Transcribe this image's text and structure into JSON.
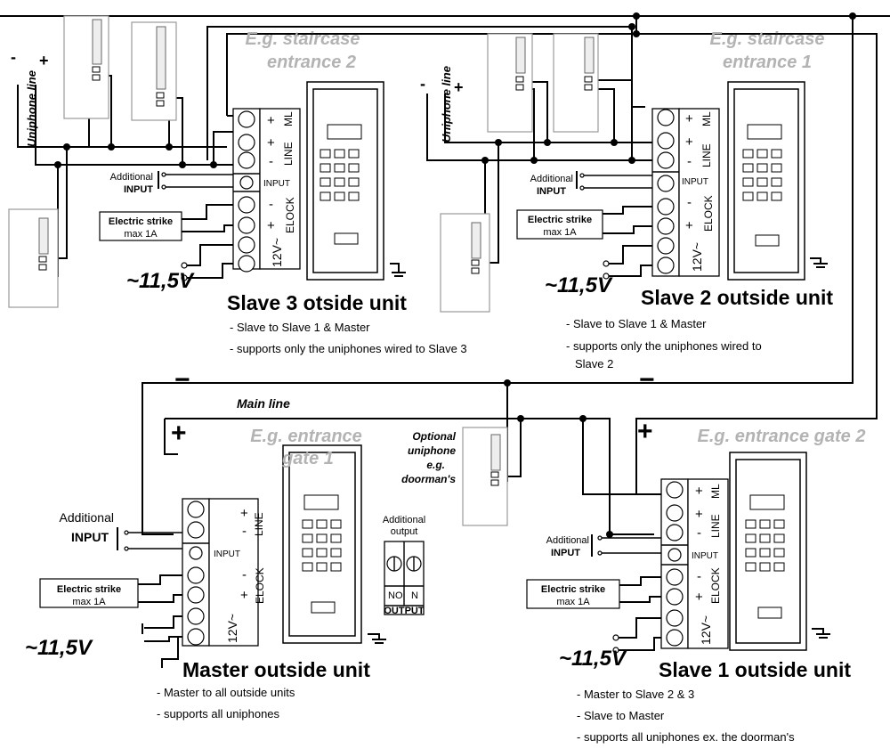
{
  "slave3": {
    "location": [
      "E.g. staircase",
      "entrance 2"
    ],
    "title": "Slave 3 otside unit",
    "notes": [
      "- Slave to Slave 1 & Master",
      "- supports only the uniphones wired to Slave 3"
    ],
    "uniphone_line": "Uniphone line",
    "additional_input": [
      "Additional",
      "INPUT"
    ],
    "electric_strike": [
      "Electric strike",
      "max 1A"
    ],
    "voltage": "~11,5V"
  },
  "slave2": {
    "location": [
      "E.g. staircase",
      "entrance 1"
    ],
    "title": "Slave 2 outside unit",
    "notes": [
      "- Slave to Slave 1 & Master",
      "- supports only the uniphones wired to",
      "Slave 2"
    ],
    "uniphone_line": "Uniphone line",
    "additional_input": [
      "Additional",
      "INPUT"
    ],
    "electric_strike": [
      "Electric strike",
      "max 1A"
    ],
    "voltage": "~11,5V"
  },
  "master": {
    "location": [
      "E.g. entrance",
      "gate 1"
    ],
    "title": "Master outside unit",
    "notes": [
      "- Master to all outside units",
      "- supports all uniphones"
    ],
    "additional_input": [
      "Additional",
      "INPUT"
    ],
    "electric_strike": [
      "Electric strike",
      "max 1A"
    ],
    "voltage": "~11,5V",
    "additional_output": [
      "Additional",
      "output"
    ],
    "output_labels": [
      "NO",
      "N",
      "OUTPUT"
    ]
  },
  "slave1": {
    "location": [
      "E.g. entrance gate 2"
    ],
    "title": "Slave 1 outside unit",
    "notes": [
      "- Master to Slave 2 & 3",
      "- Slave to Master",
      "- supports all uniphones ex. the doorman's"
    ],
    "additional_input": [
      "Additional",
      "INPUT"
    ],
    "electric_strike": [
      "Electric strike",
      "max 1A"
    ],
    "voltage": "~11,5V"
  },
  "main_line": "Main line",
  "optional_uniphone": [
    "Optional",
    "uniphone",
    "e.g.",
    "doorman's"
  ],
  "terminal_labels": {
    "ml": "ML",
    "line": "LINE",
    "input": "INPUT",
    "elock": "ELOCK",
    "power": "12V~",
    "plus": "+",
    "minus": "-"
  },
  "polarity": {
    "minus": "−",
    "plus": "+"
  },
  "colors": {
    "grey_text": "#b3b3b3",
    "wire": "#000000",
    "background": "#ffffff"
  }
}
